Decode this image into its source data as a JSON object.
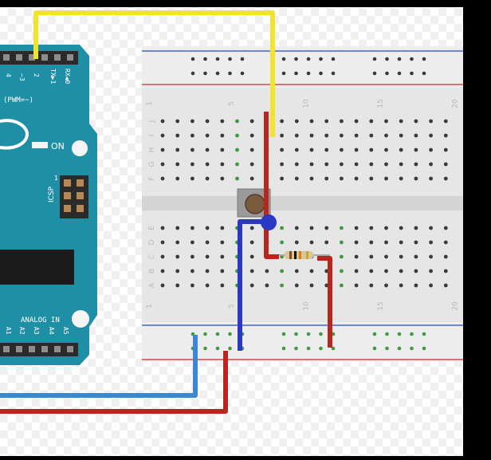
{
  "arduino": {
    "pin_labels": [
      "4",
      "~3",
      "2",
      "TX▶1",
      "RX◀0"
    ],
    "pwm_label": "(PWM=~)",
    "on_label": "ON",
    "icsp_label": "ICSP",
    "icsp_pin": "1",
    "analog_label": "ANALOG IN",
    "analog_pins": [
      "A1",
      "A2",
      "A3",
      "A4",
      "A5"
    ]
  },
  "breadboard": {
    "column_numbers": [
      "1",
      "5",
      "10",
      "15",
      "20"
    ],
    "row_letters_top": [
      "J",
      "I",
      "H",
      "G",
      "F"
    ],
    "row_letters_bottom": [
      "E",
      "D",
      "C",
      "B",
      "A"
    ]
  },
  "colors": {
    "board_blue": "#1f8fa6",
    "wire_yellow": "#f2e32c",
    "wire_red": "#b8261d",
    "wire_blue": "#2a38c4",
    "wire_light_blue": "#3c86d4",
    "breadboard": "#e9e9e9",
    "rail_red": "#d5474a",
    "rail_blue": "#4567c9",
    "green_hole": "#3d9a3d"
  }
}
